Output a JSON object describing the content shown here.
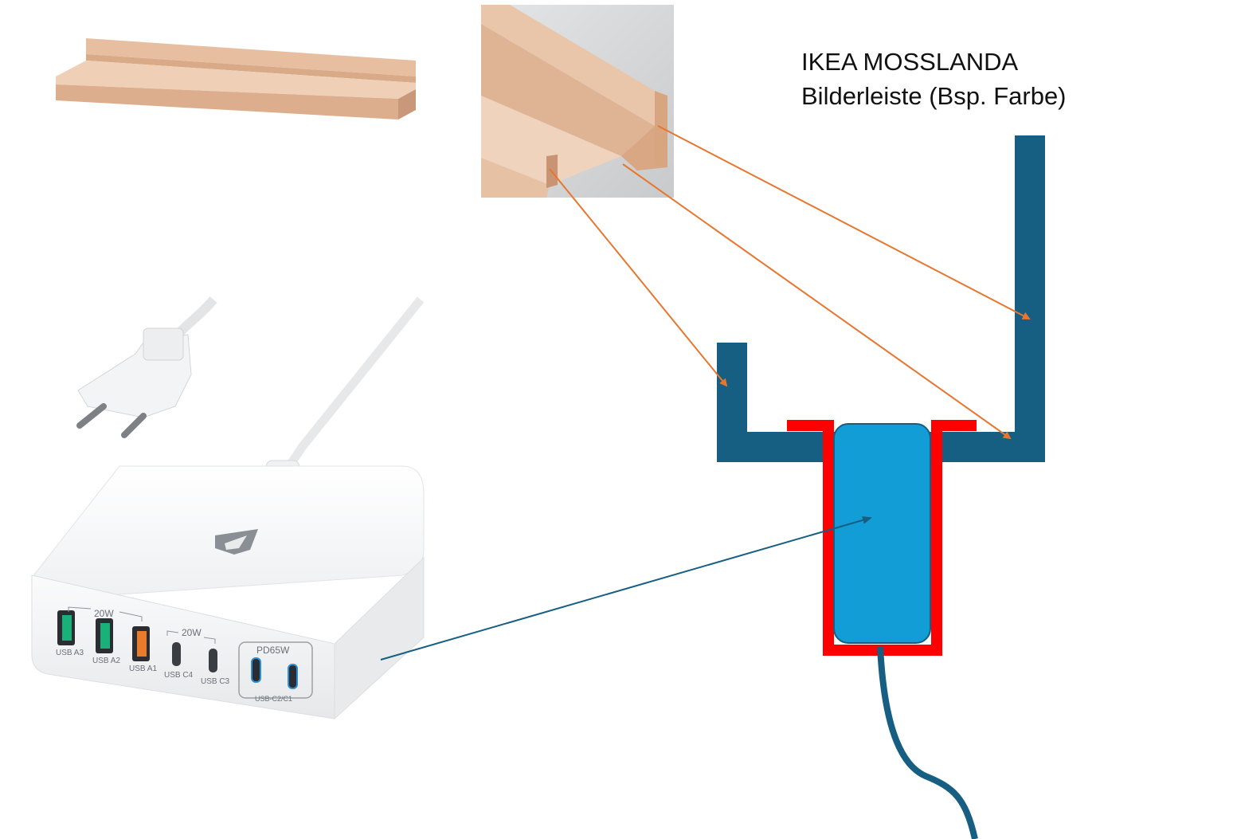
{
  "title": {
    "line1": "IKEA MOSSLANDA",
    "line2": "Bilderleiste (Bsp. Farbe)"
  },
  "charger": {
    "group_labels": {
      "usb_a_group": "20W",
      "usb_c_group": "20W",
      "pd_group": "PD65W",
      "pd_ports": "USB-C2/C1"
    },
    "port_labels": [
      "USB A3",
      "USB A2",
      "USB A1",
      "USB C4",
      "USB C3"
    ]
  },
  "colors": {
    "shelf_profile": "#165e82",
    "holder_outline": "#ff0000",
    "charger_block": "#129dd6",
    "charger_border": "#165e82",
    "cable": "#165e82",
    "arrow_orange": "#e8762f",
    "arrow_blue": "#165e82",
    "wood_light": "#efcfb4",
    "wood_mid": "#e3b797",
    "wood_dark": "#d2a07e"
  }
}
